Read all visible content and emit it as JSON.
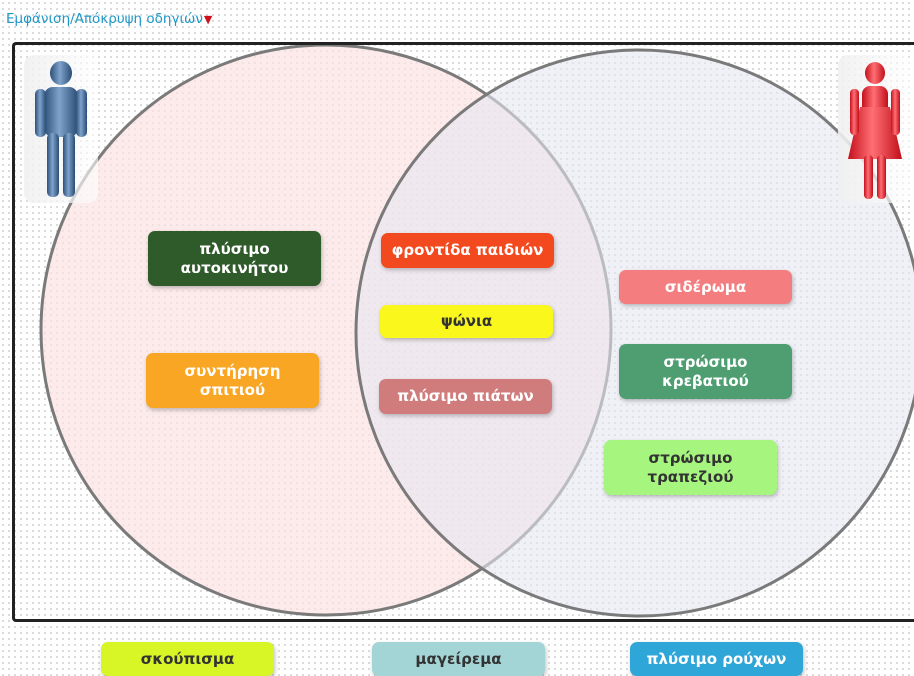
{
  "toggle": {
    "label": "Εμφάνιση/Απόκρυψη οδηγιών",
    "arrow_icon": "caret-down-icon"
  },
  "figures": {
    "left": "man-icon",
    "right": "woman-icon"
  },
  "venn": {
    "left_circle_color": "#fbe3e1",
    "right_circle_color": "#e6e8f2",
    "outline_color": "#7a7a7a"
  },
  "cards_left": [
    {
      "label": "πλύσιμο αυτοκινήτου",
      "bg": "#2f5a2a",
      "fg": "#ffffff"
    },
    {
      "label": "συντήρηση σπιτιού",
      "bg": "#f8a623",
      "fg": "#ffffff"
    }
  ],
  "cards_middle": [
    {
      "label": "φροντίδα παιδιών",
      "bg": "#f24a1e",
      "fg": "#ffffff"
    },
    {
      "label": "ψώνια",
      "bg": "#f9f71b",
      "fg": "#333333"
    },
    {
      "label": "πλύσιμο πιάτων",
      "bg": "#d17c7c",
      "fg": "#ffffff"
    }
  ],
  "cards_right": [
    {
      "label": "σιδέρωμα",
      "bg": "#f47d7f",
      "fg": "#ffffff"
    },
    {
      "label": "στρώσιμο κρεβατιού",
      "bg": "#4e9e72",
      "fg": "#ffffff"
    },
    {
      "label": "στρώσιμο τραπεζιού",
      "bg": "#a6f57e",
      "fg": "#333333"
    }
  ],
  "cards_pool": [
    {
      "label": "σκούπισμα",
      "bg": "#d8f526",
      "fg": "#333333"
    },
    {
      "label": "μαγείρεμα",
      "bg": "#a4d5d6",
      "fg": "#333333"
    },
    {
      "label": "πλύσιμο ρούχων",
      "bg": "#2fa6d8",
      "fg": "#ffffff"
    }
  ]
}
